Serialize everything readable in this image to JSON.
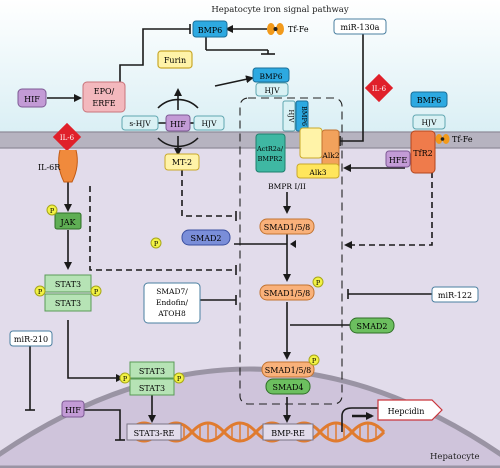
{
  "title": "Hepatocyte iron signal pathway",
  "cell_label": "Hepatocyte",
  "nodes": {
    "hif_top": "HIF",
    "epo_erfe": [
      "EPO/",
      "ERFE"
    ],
    "furin": "Furin",
    "bmp6_top": "BMP6",
    "tf_fe_top": "Tf-Fe",
    "mir130a": "miR-130a",
    "bmp6_mid": "BMP6",
    "hjv_mid": "HJV",
    "shjv": "s-HJV",
    "hif_center": "HIF",
    "hjv_left": "HJV",
    "mt2": "MT-2",
    "il6_left": "IL-6",
    "il6r": "IL-6R",
    "il6_right": "IL-6",
    "bmp6_right": "BMP6",
    "hjv_right": "HJV",
    "tf_fe_right": "Tf-Fe",
    "hfe": "HFE",
    "tfr2": "TfR2",
    "hjv_vert": "HJV",
    "bmp6_vert": "BMP6",
    "actr2a": [
      "ActR2a/",
      "BMPR2"
    ],
    "alk2": "Alk2",
    "alk3": "Alk3",
    "bmpr": "BMPR I/II",
    "jak": "JAK",
    "p": "P",
    "smad2_top": "SMAD2",
    "smad158_a": "SMAD1/5/8",
    "smad158_b": "SMAD1/5/8",
    "stat3_a1": "STAT3",
    "stat3_a2": "STAT3",
    "smad7": [
      "SMAD7/",
      "Endofin/",
      "ATOH8"
    ],
    "mir122": "miR-122",
    "smad2_bottom": "SMAD2",
    "mir210": "miR-210",
    "stat3_b1": "STAT3",
    "stat3_b2": "STAT3",
    "smad158_c": "SMAD1/5/8",
    "smad4": "SMAD4",
    "hif_bottom": "HIF",
    "stat3_re": "STAT3-RE",
    "bmp_re": "BMP-RE",
    "hepcidin": "Hepcidin"
  }
}
